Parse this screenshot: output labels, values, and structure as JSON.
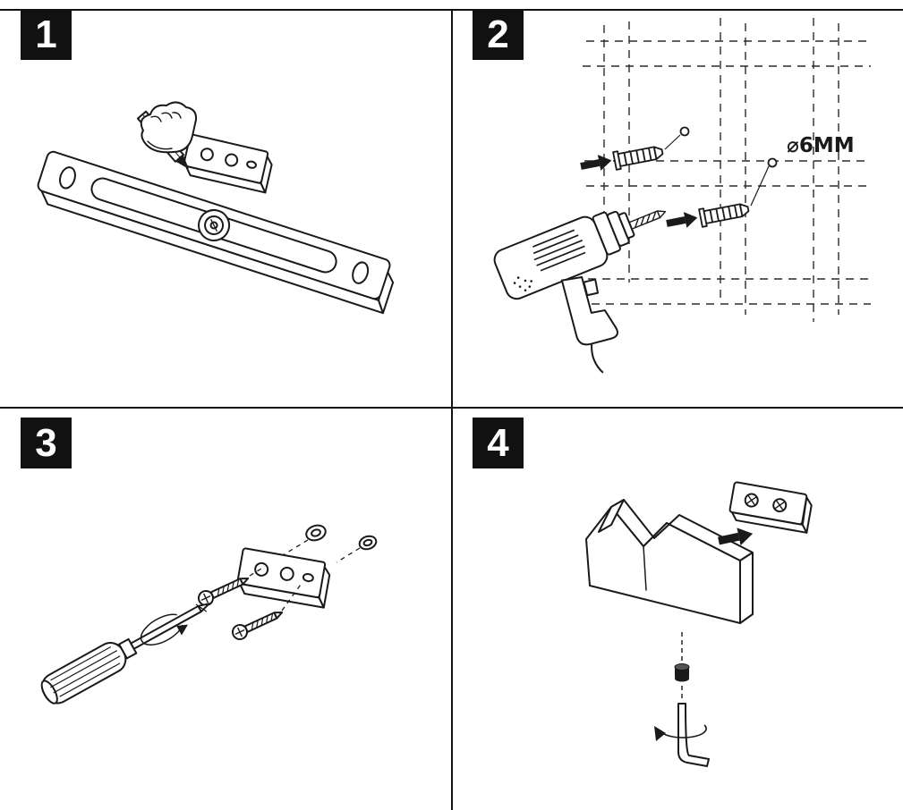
{
  "sheet": {
    "type": "assembly-instruction-diagram",
    "background": "#ffffff",
    "ink": "#1a1a1a"
  },
  "panels": [
    {
      "number": "1",
      "illustration": "spirit-level-pencil-marking"
    },
    {
      "number": "2",
      "illustration": "drill-wall-plugs-tile-grid",
      "label": "⌀6MM"
    },
    {
      "number": "3",
      "illustration": "screwdriver-screws-washers-plate"
    },
    {
      "number": "4",
      "illustration": "hook-set-screw-allen-key"
    }
  ]
}
